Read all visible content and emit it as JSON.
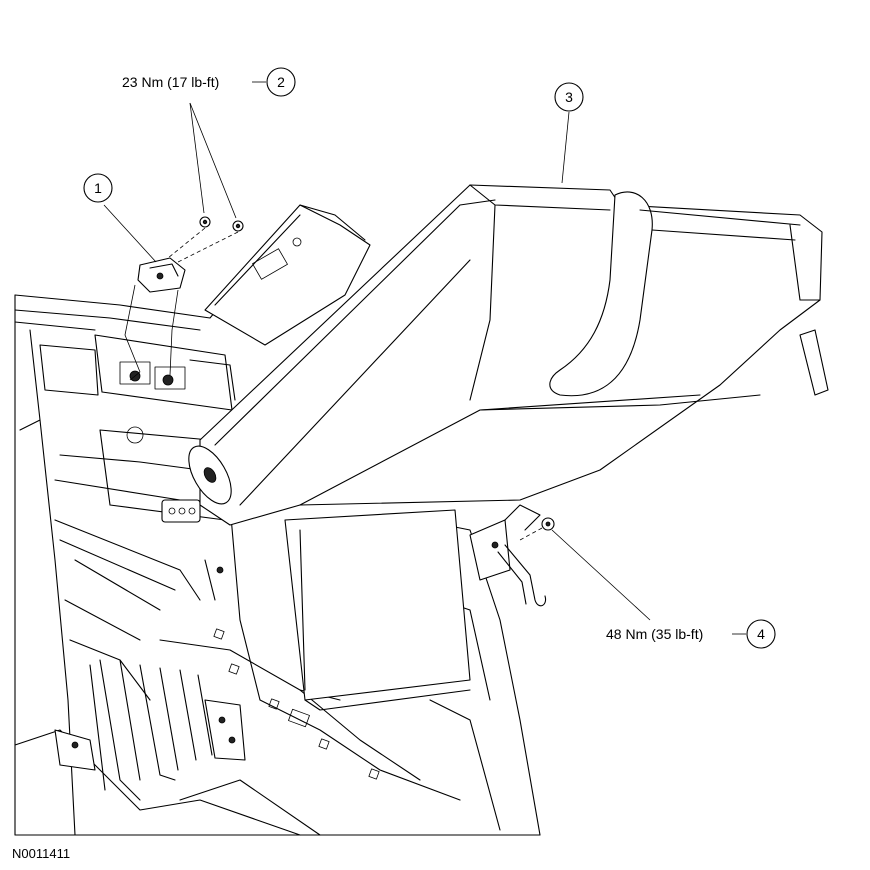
{
  "figure_id": "N0011411",
  "callouts": [
    {
      "number": "1",
      "label": ""
    },
    {
      "number": "2",
      "label": "23 Nm (17 lb-ft)"
    },
    {
      "number": "3",
      "label": ""
    },
    {
      "number": "4",
      "label": "48 Nm (35 lb-ft)"
    }
  ]
}
